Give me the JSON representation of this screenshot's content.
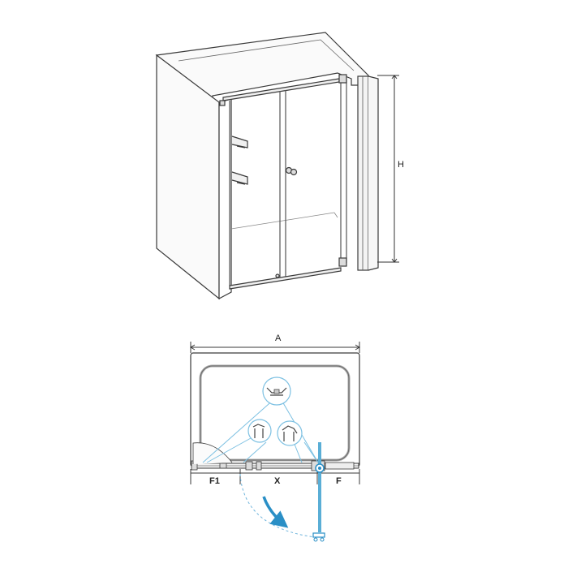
{
  "labels": {
    "height": "H",
    "total_width": "A",
    "fixed_left": "F1",
    "door_opening": "X",
    "fixed_right": "F"
  },
  "colors": {
    "line": "#3a3a3a",
    "wall_fill": "#f4f4f4",
    "accent": "#5aaed6",
    "swing_arc": "#6fb4dc"
  },
  "icons": [
    "hinge-detail-icon",
    "door-handle-icon",
    "glass-clamp-icon"
  ]
}
